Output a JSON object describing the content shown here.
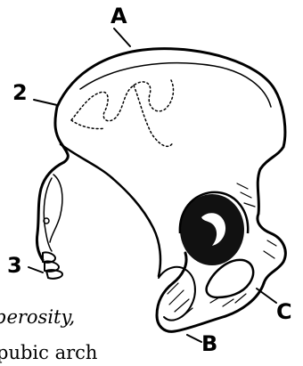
{
  "figure": {
    "labels": {
      "a": "A",
      "b": "B",
      "c": "C",
      "two": "2",
      "three": "3"
    },
    "caption_lines": [
      "berosity,",
      "pubic arch"
    ],
    "colors": {
      "ink": "#000000",
      "background": "#ffffff"
    }
  }
}
